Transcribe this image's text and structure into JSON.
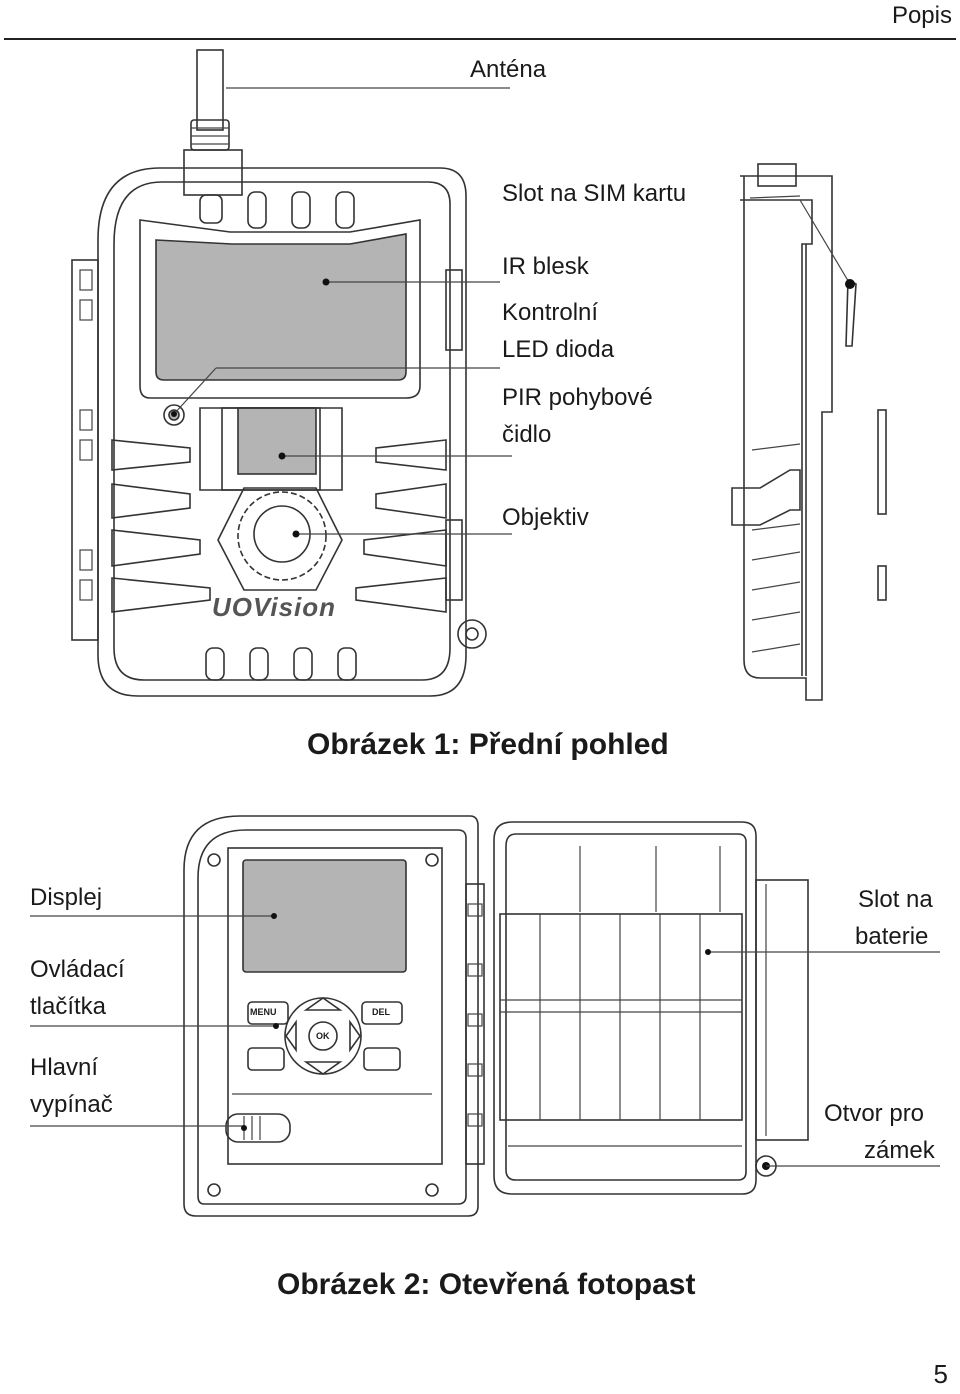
{
  "header": {
    "section_title": "Popis",
    "page_number": "5"
  },
  "figure1": {
    "caption": "Obrázek 1: Přední pohled",
    "labels": {
      "antenna": "Anténa",
      "sim_slot": "Slot na SIM kartu",
      "ir_flash": "IR blesk",
      "led_line1": "Kontrolní",
      "led_line2": "LED dioda",
      "pir_line1": "PIR pohybové",
      "pir_line2": "čidlo",
      "lens": "Objektiv"
    },
    "brand_logo": "UOVision"
  },
  "figure2": {
    "caption": "Obrázek 2: Otevřená fotopast",
    "labels": {
      "display": "Displej",
      "buttons_line1": "Ovládací",
      "buttons_line2": "tlačítka",
      "switch_line1": "Hlavní",
      "switch_line2": "vypínač",
      "battery_line1": "Slot na",
      "battery_line2": "baterie",
      "lock_line1": "Otvor pro",
      "lock_line2": "zámek"
    },
    "buttons": {
      "menu": "MENU",
      "del": "DEL",
      "ok": "OK"
    }
  }
}
